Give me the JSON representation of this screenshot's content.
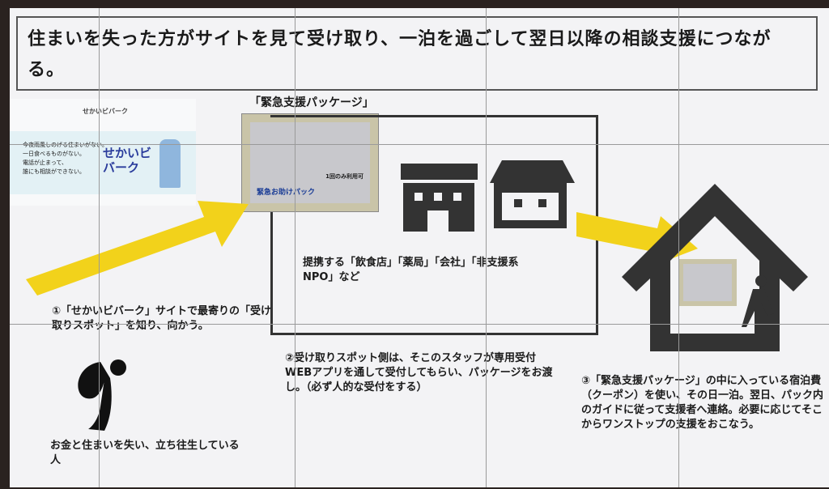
{
  "title": "住まいを失った方がサイトを見て受け取り、一泊を過ごして翌日以降の相談支援につながる。",
  "website": {
    "logo": "せかいビバーク",
    "hero_lines": [
      "今夜雨風しのげる住まいがない。",
      "一日食べるものがない。",
      "電話が止まって、",
      "誰にも相談ができない。"
    ],
    "hero_brand": "せかいビバーク"
  },
  "package": {
    "label": "「緊急支援パッケージ」",
    "envelope_title": "緊急お助けパック",
    "envelope_note": "1回のみ利用可"
  },
  "partners_text": "提携する「飲食店」「薬局」「会社」「非支援系NPO」など",
  "step1": "①「せかいビバーク」サイトで最寄りの「受け取りスポット」を知り、向かう。",
  "person_text": "お金と住まいを失い、立ち往生している人",
  "step2": "②受け取りスポット側は、そこのスタッフが専用受付WEBアプリを通して受付してもらい、パッケージをお渡し。（必ず人的な受付をする）",
  "step3": "③「緊急支援パッケージ」の中に入っている宿泊費（クーポン）を使い、その日一泊。翌日、パック内のガイドに従って支援者へ連絡。必要に応じてそこからワンストップの支援をおこなう。",
  "colors": {
    "arrow": "#f2d21b",
    "icon": "#333333"
  }
}
